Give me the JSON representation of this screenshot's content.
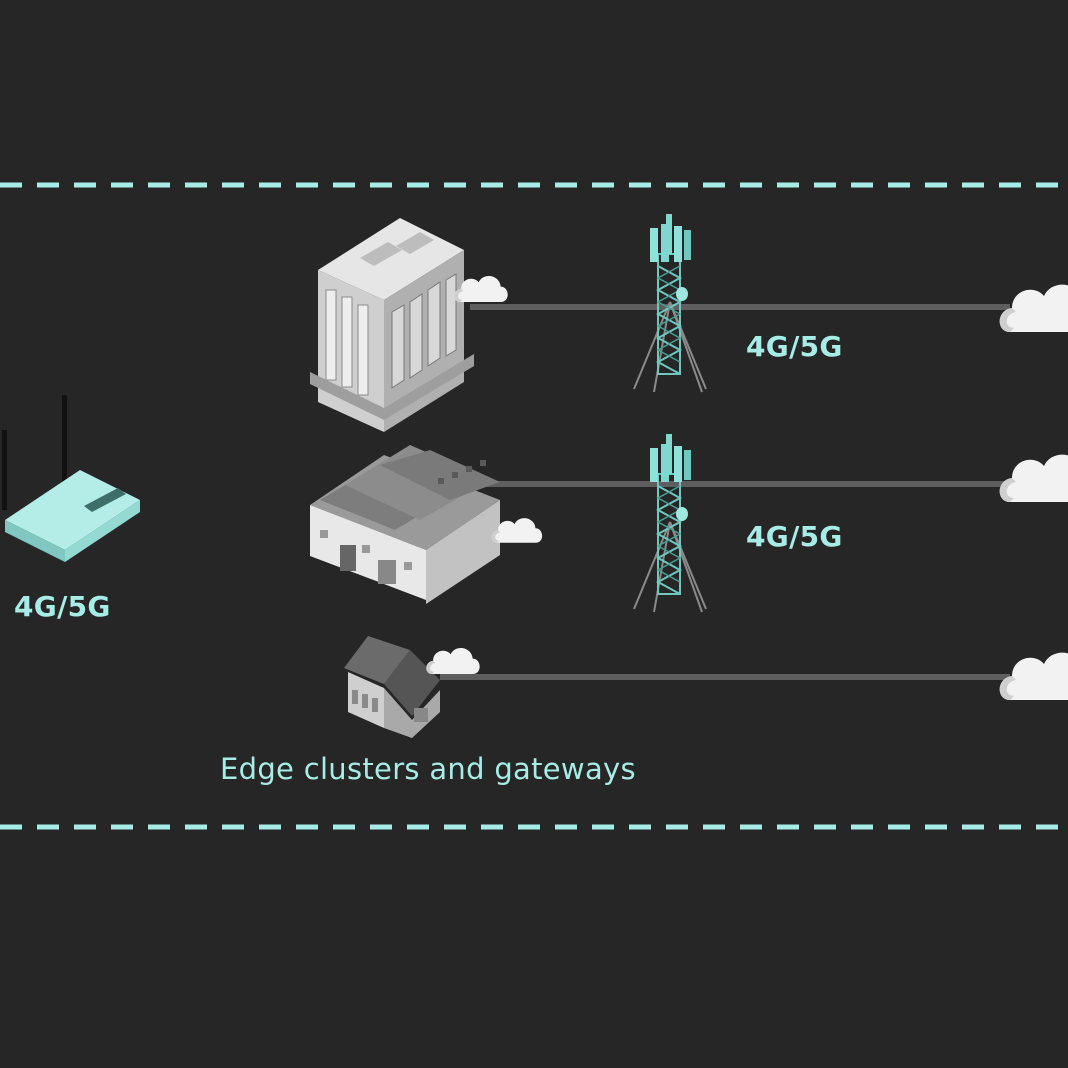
{
  "labels": {
    "router": "4G/5G",
    "tower_top": "4G/5G",
    "tower_middle": "4G/5G",
    "caption": "Edge clusters and gateways"
  },
  "colors": {
    "background": "#262626",
    "accent": "#a7ece6",
    "dashed_border": "#a7ece6",
    "connection_line": "#5e5e5e",
    "cloud": "#f2f2f2",
    "building": "#c9c9c9",
    "tower": "#7fd7cf"
  },
  "icons": {
    "router": "wireless-router-icon",
    "office": "office-building-icon",
    "factory": "factory-building-icon",
    "house": "house-icon",
    "tower": "cell-tower-icon",
    "cloud": "cloud-icon"
  }
}
